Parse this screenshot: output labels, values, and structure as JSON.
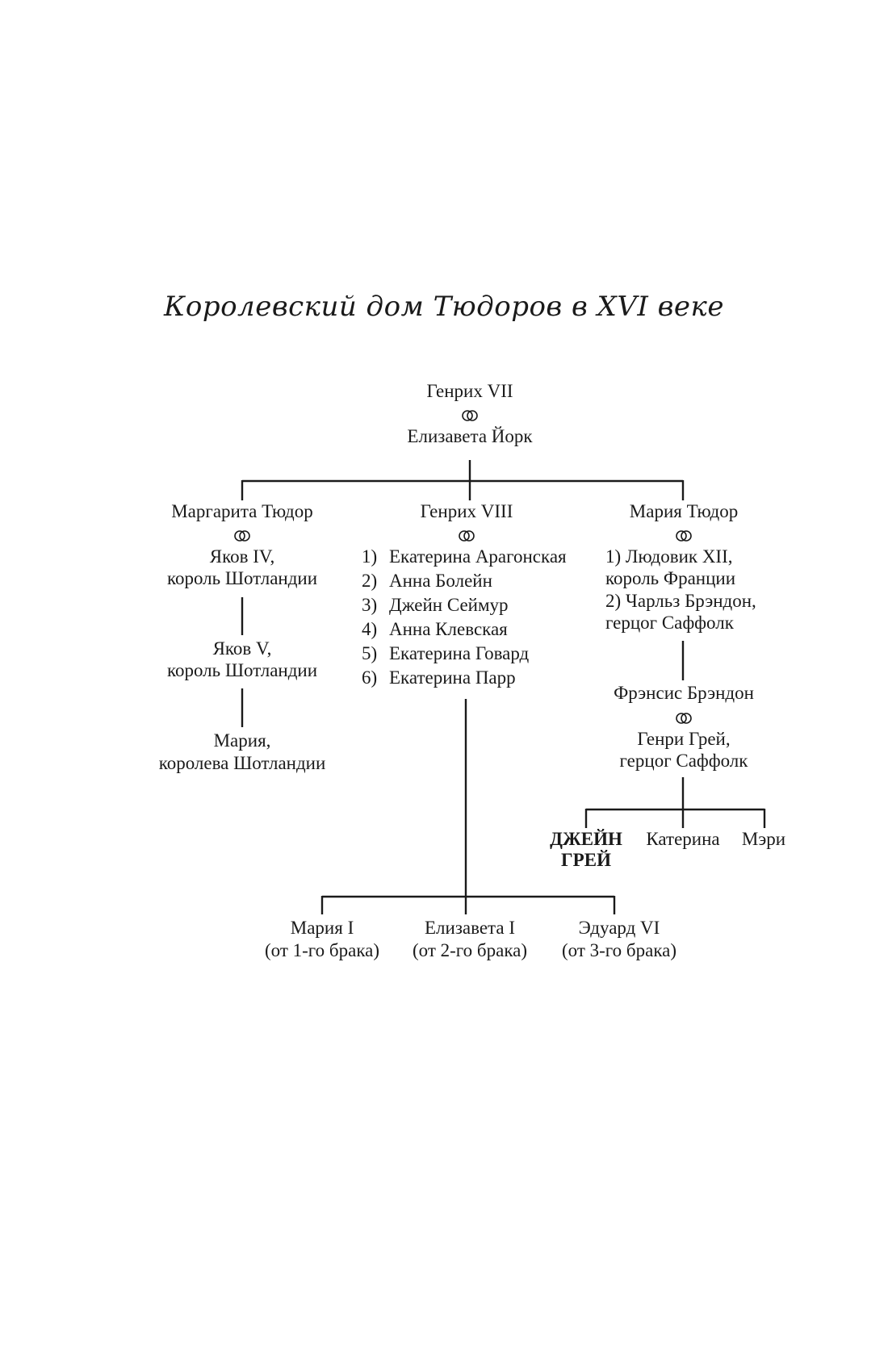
{
  "title": "Королевский дом Тюдоров в XVI веке",
  "marriage_symbol": "marriage-rings-icon",
  "root": {
    "name": "Генрих VII",
    "spouse": "Елизавета Йорк"
  },
  "margaret": {
    "name": "Маргарита Тюдор",
    "spouse_line1": "Яков IV,",
    "spouse_line2": "король Шотландии",
    "child_line1": "Яков V,",
    "child_line2": "король Шотландии",
    "grandchild_line1": "Мария,",
    "grandchild_line2": "королева Шотландии"
  },
  "henry8": {
    "name": "Генрих VIII",
    "wives": [
      {
        "num": "1)",
        "name": "Екатерина Арагонская"
      },
      {
        "num": "2)",
        "name": "Анна Болейн"
      },
      {
        "num": "3)",
        "name": "Джейн Сеймур"
      },
      {
        "num": "4)",
        "name": "Анна Клевская"
      },
      {
        "num": "5)",
        "name": "Екатерина Говард"
      },
      {
        "num": "6)",
        "name": "Екатерина Парр"
      }
    ],
    "children": [
      {
        "name": "Мария I",
        "note": "(от 1-го брака)"
      },
      {
        "name": "Елизавета I",
        "note": "(от 2-го брака)"
      },
      {
        "name": "Эдуард VI",
        "note": "(от 3-го брака)"
      }
    ]
  },
  "mary_tudor": {
    "name": "Мария Тюдор",
    "spouse1_line1": "1) Людовик XII,",
    "spouse1_line2": "король Франции",
    "spouse2_line1": "2) Чарльз Брэндон,",
    "spouse2_line2": "герцог Саффолк",
    "child": "Фрэнсис Брэндон",
    "child_spouse_line1": "Генри Грей,",
    "child_spouse_line2": "герцог Саффолк",
    "grandchildren": {
      "jane_line1": "ДЖЕЙН",
      "jane_line2": "ГРЕЙ",
      "katherine": "Катерина",
      "mary": "Мэри"
    }
  }
}
